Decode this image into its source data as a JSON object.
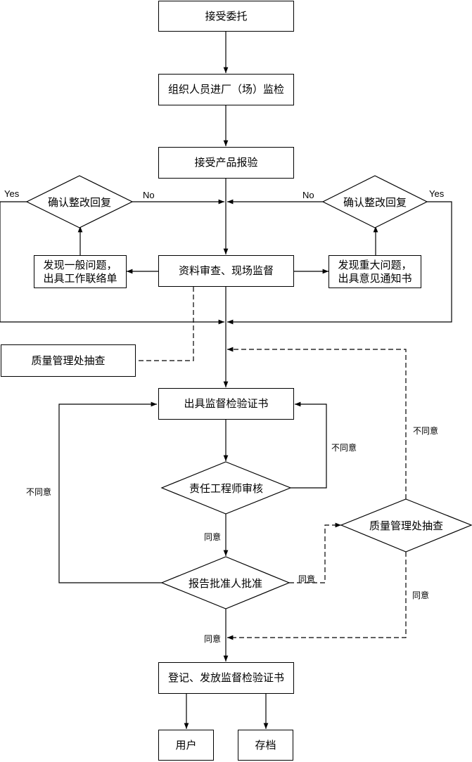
{
  "nodes": {
    "accept_commission": "接受委托",
    "organize_inspection": "组织人员进厂（场）监检",
    "accept_product": "接受产品报验",
    "review_supervise": "资料审查、现场监督",
    "general_issue_l1": "发现一般问题，",
    "general_issue_l2": "出具工作联络单",
    "major_issue_l1": "发现重大问题，",
    "major_issue_l2": "出具意见通知书",
    "confirm_left": "确认整改回复",
    "confirm_right": "确认整改回复",
    "quality_spot_check_box": "质量管理处抽查",
    "issue_certificate": "出具监督检验证书",
    "engineer_review": "责任工程师审核",
    "approver_approve": "报告批准人批准",
    "quality_spot_check_diamond": "质量管理处抽查",
    "register_issue": "登记、发放监督检验证书",
    "user": "用户",
    "archive": "存档"
  },
  "labels": {
    "yes": "Yes",
    "no": "No",
    "agree": "同意",
    "disagree": "不同意"
  }
}
